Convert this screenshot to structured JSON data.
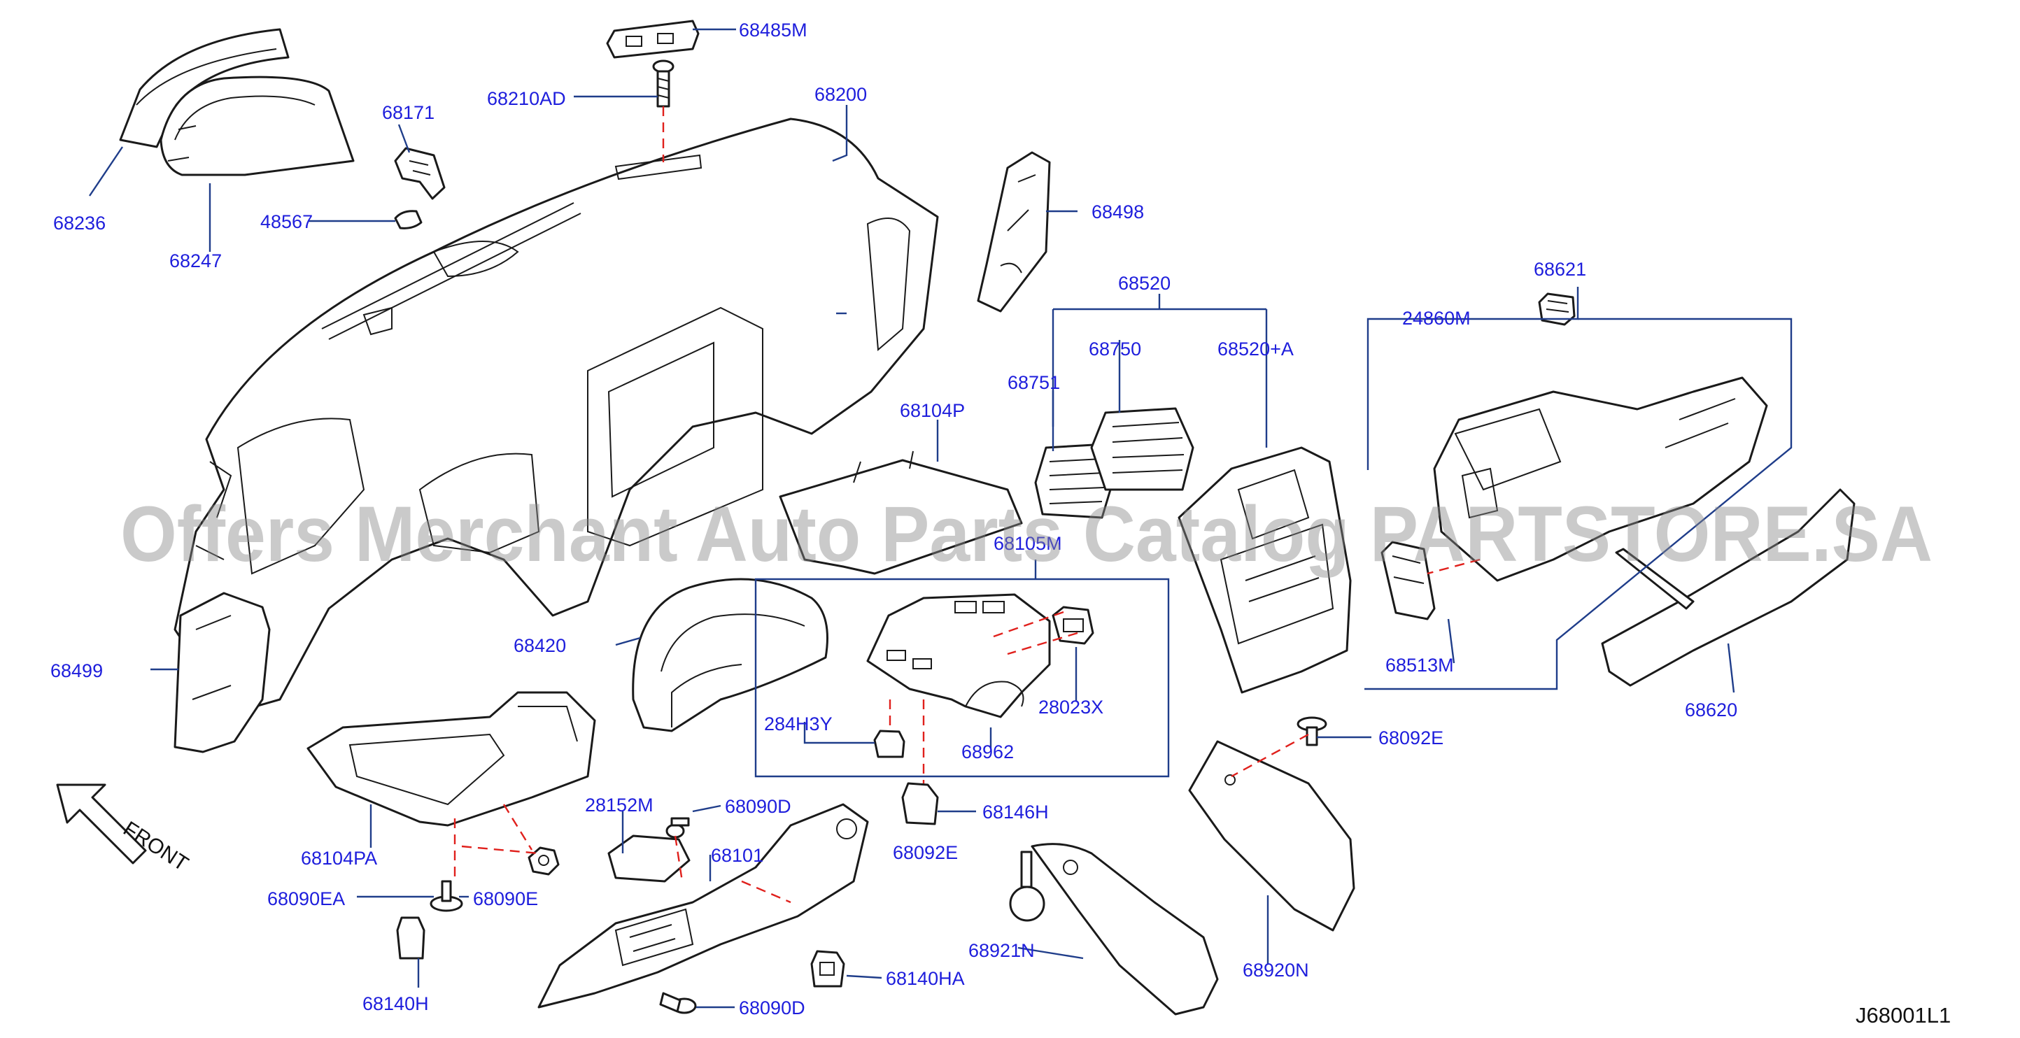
{
  "labels": {
    "p68485M": "68485M",
    "p68210AD": "68210AD",
    "p68200": "68200",
    "p68171": "68171",
    "p68236": "68236",
    "p68247": "68247",
    "p48567": "48567",
    "p68498": "68498",
    "p68520": "68520",
    "p68750": "68750",
    "p68751": "68751",
    "p68520A": "68520+A",
    "p68621": "68621",
    "p24860M": "24860M",
    "p68104P": "68104P",
    "p68105M": "68105M",
    "p68420": "68420",
    "p68499": "68499",
    "p68513M": "68513M",
    "p68620": "68620",
    "p284H3Y": "284H3Y",
    "p28023X": "28023X",
    "p68962": "68962",
    "p68092E_right": "68092E",
    "p68104PA": "68104PA",
    "p28152M": "28152M",
    "p68090D_top": "68090D",
    "p68146H": "68146H",
    "p68101": "68101",
    "p68092E_mid": "68092E",
    "p68090EA": "68090EA",
    "p68090E": "68090E",
    "p68921N": "68921N",
    "p68920N": "68920N",
    "p68140H": "68140H",
    "p68140HA": "68140HA",
    "p68090D_bottom": "68090D"
  },
  "front_label": "FRONT",
  "diagram_code": "J68001L1",
  "watermark": "Offers Merchant Auto Parts Catalog PARTSTORE.SA",
  "colors": {
    "label": "#1e1edc",
    "leader": "#1f3d8a",
    "hidden_line": "#e0201c",
    "outline": "#1a1a1a"
  }
}
